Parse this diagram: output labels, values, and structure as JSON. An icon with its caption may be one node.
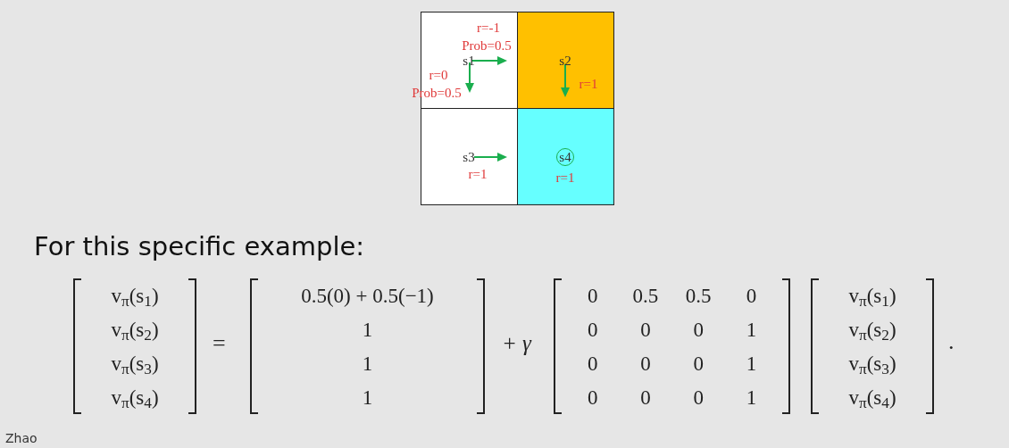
{
  "diagram": {
    "nodes": [
      {
        "text": [
          "r=-1",
          "Prob=0.5",
          "s1",
          "r=0",
          "Prob=0.5"
        ]
      },
      {
        "text": [
          "s2",
          "r=1"
        ]
      },
      {
        "text": [
          "s3",
          "r=1"
        ]
      },
      {
        "text": [
          "s4",
          "r=1"
        ]
      }
    ],
    "labels": [
      "For this specific example:",
      "v$_{π}$(s$_{1}$)",
      "v$_{π}$(s$_{2}$)",
      "v$_{π}$(s$_{3}$)",
      "v$_{π}$(s$_{4}$)",
      "=",
      "0.5(0) + 0.5(−1)",
      "1",
      "1",
      "1",
      "+ γ",
      "0",
      "0.5",
      "0.5",
      "0",
      "0",
      "0",
      "0",
      "1",
      "0",
      "0",
      "0",
      "1",
      "0",
      "0",
      "0",
      "1",
      "v$_{π}$(s$_{1}$)",
      "v$_{π}$(s$_{2}$)",
      "v$_{π}$(s$_{3}$)",
      "v$_{π}$(s$_{4}$)",
      ".",
      "Zhao"
    ]
  }
}
